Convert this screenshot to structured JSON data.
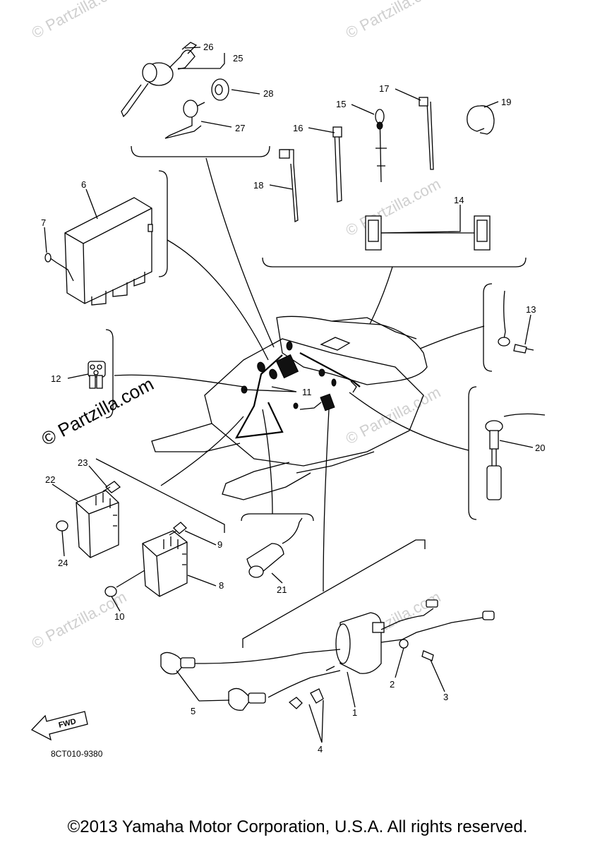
{
  "diagram": {
    "part_labels": [
      "1",
      "2",
      "3",
      "4",
      "5",
      "6",
      "7",
      "8",
      "9",
      "10",
      "11",
      "12",
      "13",
      "14",
      "15",
      "16",
      "17",
      "18",
      "19",
      "20",
      "21",
      "22",
      "23",
      "24",
      "25",
      "26",
      "27",
      "28"
    ],
    "diagram_code": "8CT010-9380",
    "fwd_label": "FWD",
    "watermark": "© Partzilla.com"
  },
  "footer": {
    "copyright": "©2013 Yamaha Motor Corporation, U.S.A. All rights reserved."
  }
}
